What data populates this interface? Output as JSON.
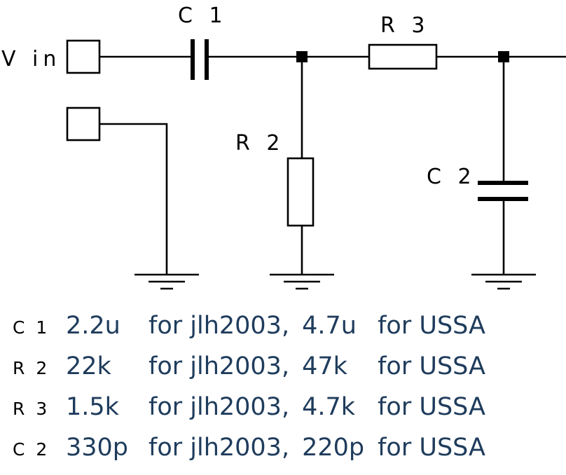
{
  "schematic": {
    "input_label": "V in",
    "components": {
      "c1": "C 1",
      "r2": "R 2",
      "r3": "R 3",
      "c2": "C 2"
    }
  },
  "values": [
    {
      "ref": "C 1",
      "v1": "2.2u",
      "t1": "for jlh2003,",
      "v2": "4.7u",
      "t2": "for USSA"
    },
    {
      "ref": "R 2",
      "v1": "22k",
      "t1": "for jlh2003,",
      "v2": "47k",
      "t2": "for USSA"
    },
    {
      "ref": "R 3",
      "v1": "1.5k",
      "t1": "for jlh2003,",
      "v2": "4.7k",
      "t2": "for USSA"
    },
    {
      "ref": "C 2",
      "v1": "330p",
      "t1": "for jlh2003,",
      "v2": "220p",
      "t2": "for USSA"
    }
  ]
}
